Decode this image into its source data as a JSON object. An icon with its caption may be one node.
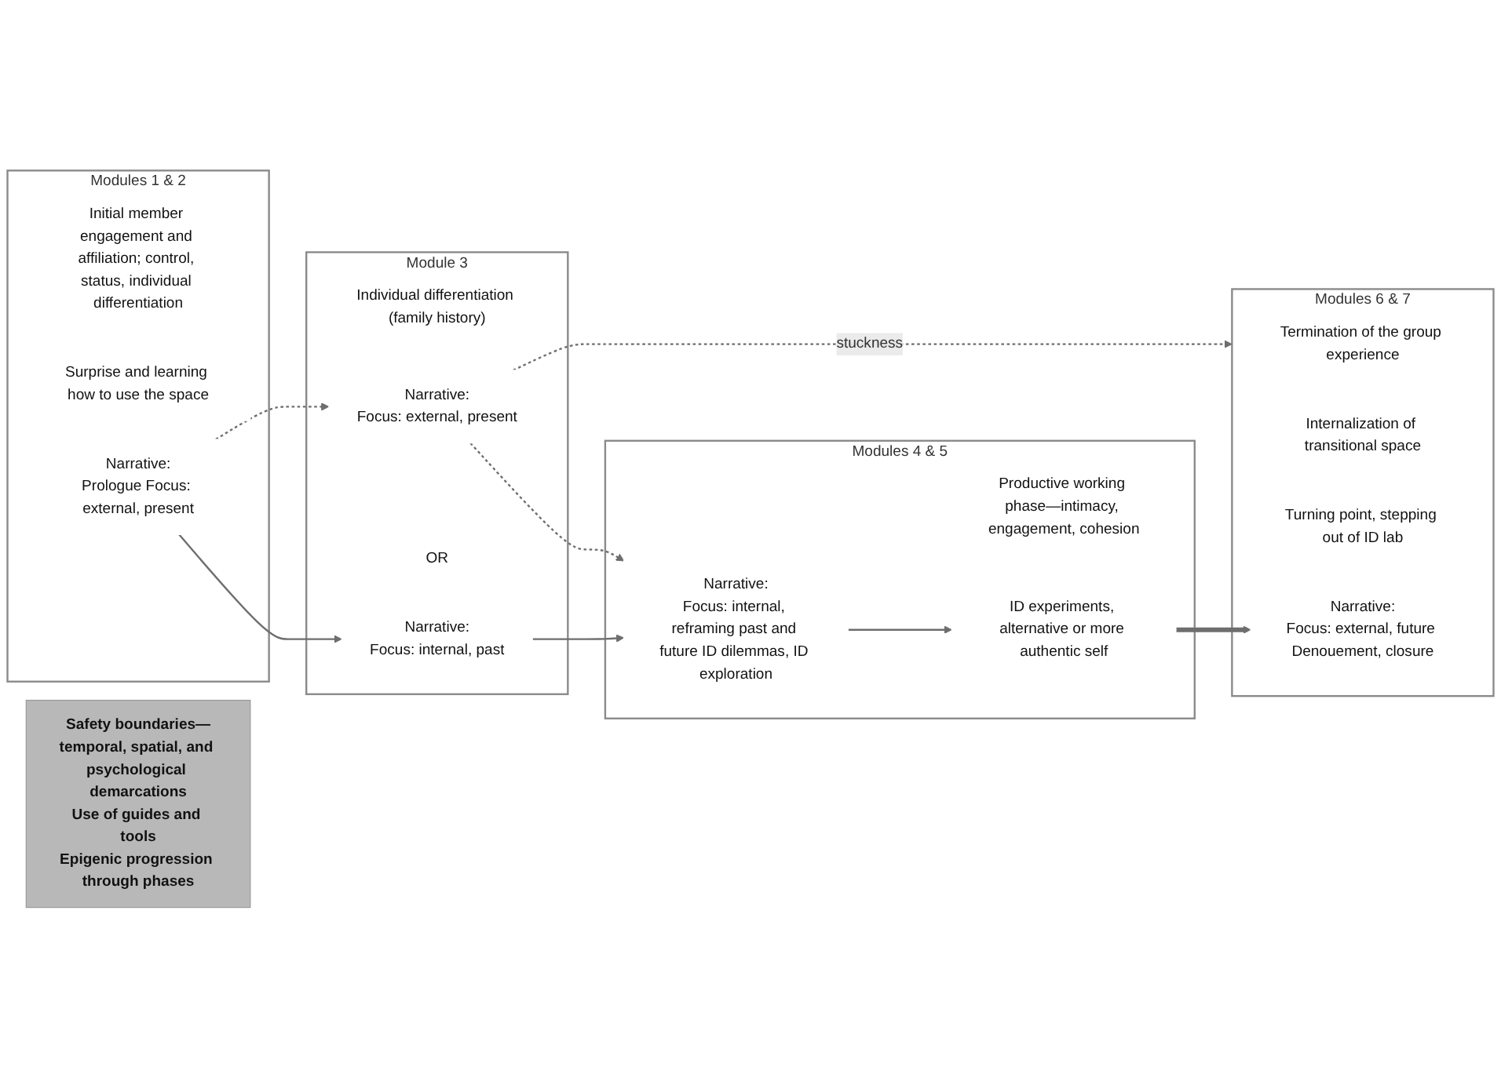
{
  "diagram": {
    "nodes": [
      {
        "text": [
          "Safety boundaries—temporal, spatial, and psychological demarcations",
          "Use of guides and tools",
          "Epigenic progression through phases"
        ]
      },
      {
        "text": [
          "Modules 1 & 2"
        ]
      },
      {
        "text": [
          "Initial member engagement and affiliation; control, status, individual differentiation"
        ],
        "in": 1
      },
      {
        "text": [
          "Surprise and learning how to use the space"
        ],
        "in": 1
      },
      {
        "text": [
          "Narrative:",
          "Prologue Focus: external, present"
        ],
        "in": 1
      },
      {
        "text": [
          "Module 3"
        ]
      },
      {
        "text": [
          "Individual differentiation (family history)"
        ],
        "in": 5
      },
      {
        "text": [
          "Narrative:",
          "Focus: external, present"
        ],
        "in": 5
      },
      {
        "text": [
          "OR"
        ],
        "in": 5
      },
      {
        "text": [
          "Narrative:",
          "Focus: internal, past"
        ],
        "in": 5
      },
      {
        "text": [
          "Modules 4 & 5"
        ]
      },
      {
        "text": [
          "Productive working phase—intimacy, engagement, cohesion"
        ],
        "in": 10
      },
      {
        "text": [
          "Narrative:",
          "Focus: internal, reframing past and future ID dilemmas, ID exploration"
        ],
        "in": 10
      },
      {
        "text": [
          "ID experiments, alternative or more authentic self"
        ],
        "in": 10
      },
      {
        "text": [
          "Modules 6 & 7"
        ]
      },
      {
        "text": [
          "Termination of the group experience"
        ],
        "in": 14
      },
      {
        "text": [
          "Internalization of transitional space"
        ],
        "in": 14
      },
      {
        "text": [
          "Turning point, stepping out of ID lab"
        ],
        "in": 14
      },
      {
        "text": [
          "Narrative:",
          "Focus: external, future Denouement, closure"
        ],
        "in": 14
      }
    ],
    "edges": [
      {
        "from": 4,
        "to": 7,
        "arrow": "to",
        "style": "dashed"
      },
      {
        "from": 4,
        "to": 9,
        "arrow": "to"
      },
      {
        "from": 7,
        "to": 12,
        "arrow": "to",
        "style": "dashed"
      },
      {
        "from": 7,
        "to": 14,
        "arrow": "to",
        "style": "dashed",
        "label": "stuckness"
      },
      {
        "from": 9,
        "to": 12,
        "arrow": "to"
      },
      {
        "from": 12,
        "to": 13,
        "arrow": "to"
      },
      {
        "from": 13,
        "to": 18,
        "arrow": "to",
        "style": "thick"
      }
    ]
  }
}
